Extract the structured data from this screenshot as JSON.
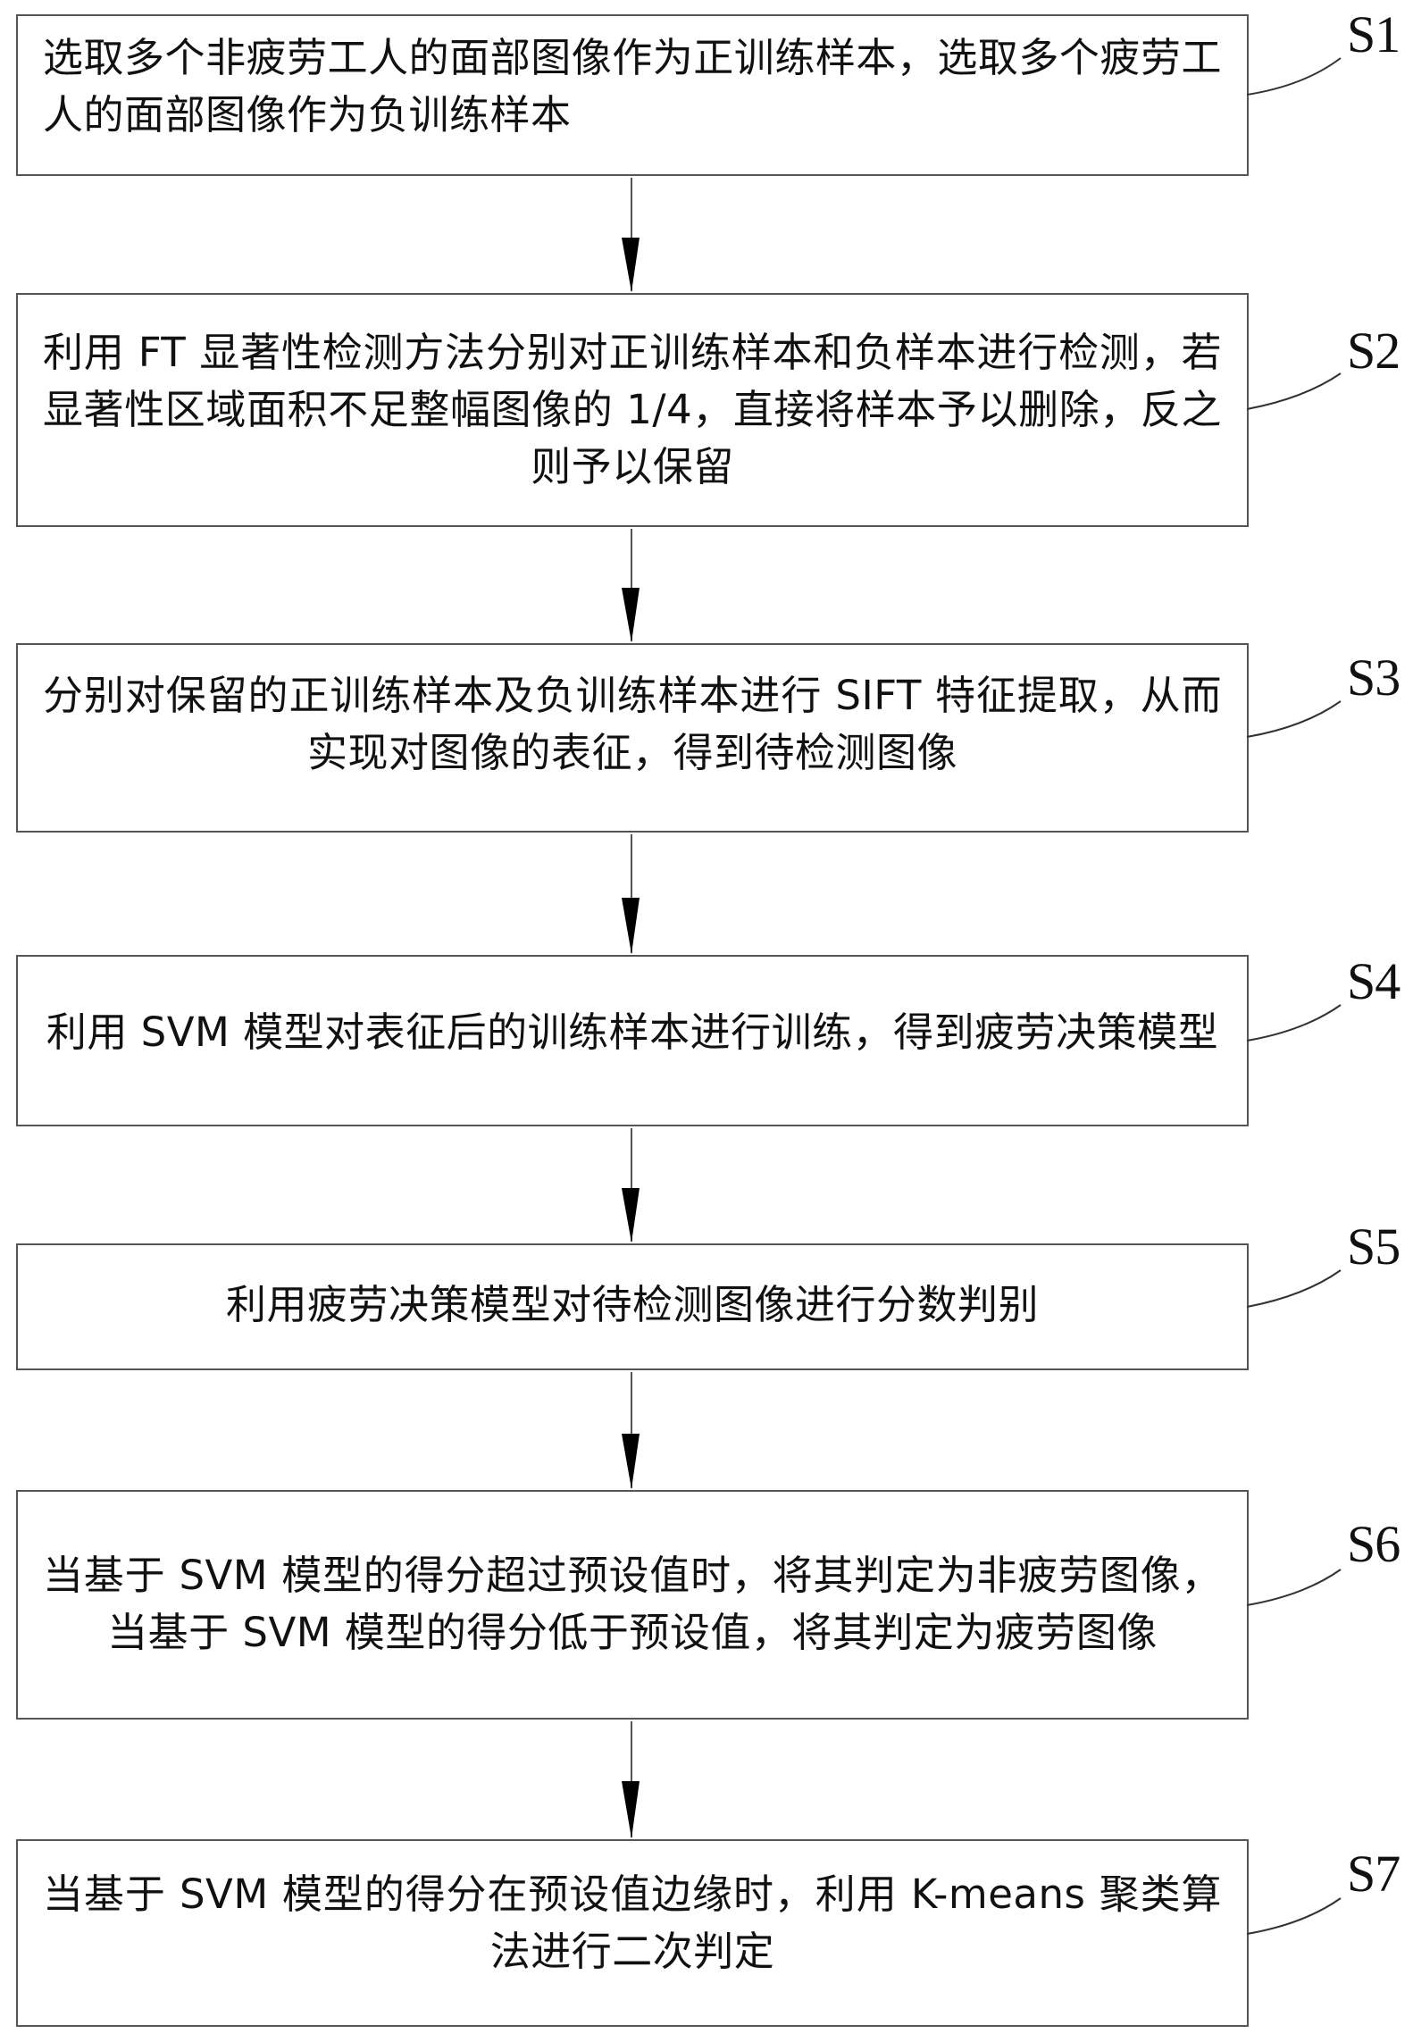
{
  "flowchart": {
    "steps": [
      {
        "id": "S1",
        "label": "S1",
        "text": "选取多个非疲劳工人的面部图像作为正训练样本，选取多个疲劳工人的面部图像作为负训练样本"
      },
      {
        "id": "S2",
        "label": "S2",
        "text": "利用 FT 显著性检测方法分别对正训练样本和负样本进行检测，若显著性区域面积不足整幅图像的 1/4，直接将样本予以删除，反之则予以保留"
      },
      {
        "id": "S3",
        "label": "S3",
        "text": "分别对保留的正训练样本及负训练样本进行 SIFT 特征提取，从而实现对图像的表征，得到待检测图像"
      },
      {
        "id": "S4",
        "label": "S4",
        "text": "利用 SVM 模型对表征后的训练样本进行训练，得到疲劳决策模型"
      },
      {
        "id": "S5",
        "label": "S5",
        "text": "利用疲劳决策模型对待检测图像进行分数判别"
      },
      {
        "id": "S6",
        "label": "S6",
        "text": "当基于 SVM 模型的得分超过预设值时，将其判定为非疲劳图像，当基于 SVM 模型的得分低于预设值，将其判定为疲劳图像"
      },
      {
        "id": "S7",
        "label": "S7",
        "text": "当基于 SVM 模型的得分在预设值边缘时，利用 K-means 聚类算法进行二次判定"
      }
    ],
    "colors": {
      "stroke": "#555555",
      "text": "#111111",
      "arrow": "#000000",
      "background": "#ffffff"
    }
  }
}
